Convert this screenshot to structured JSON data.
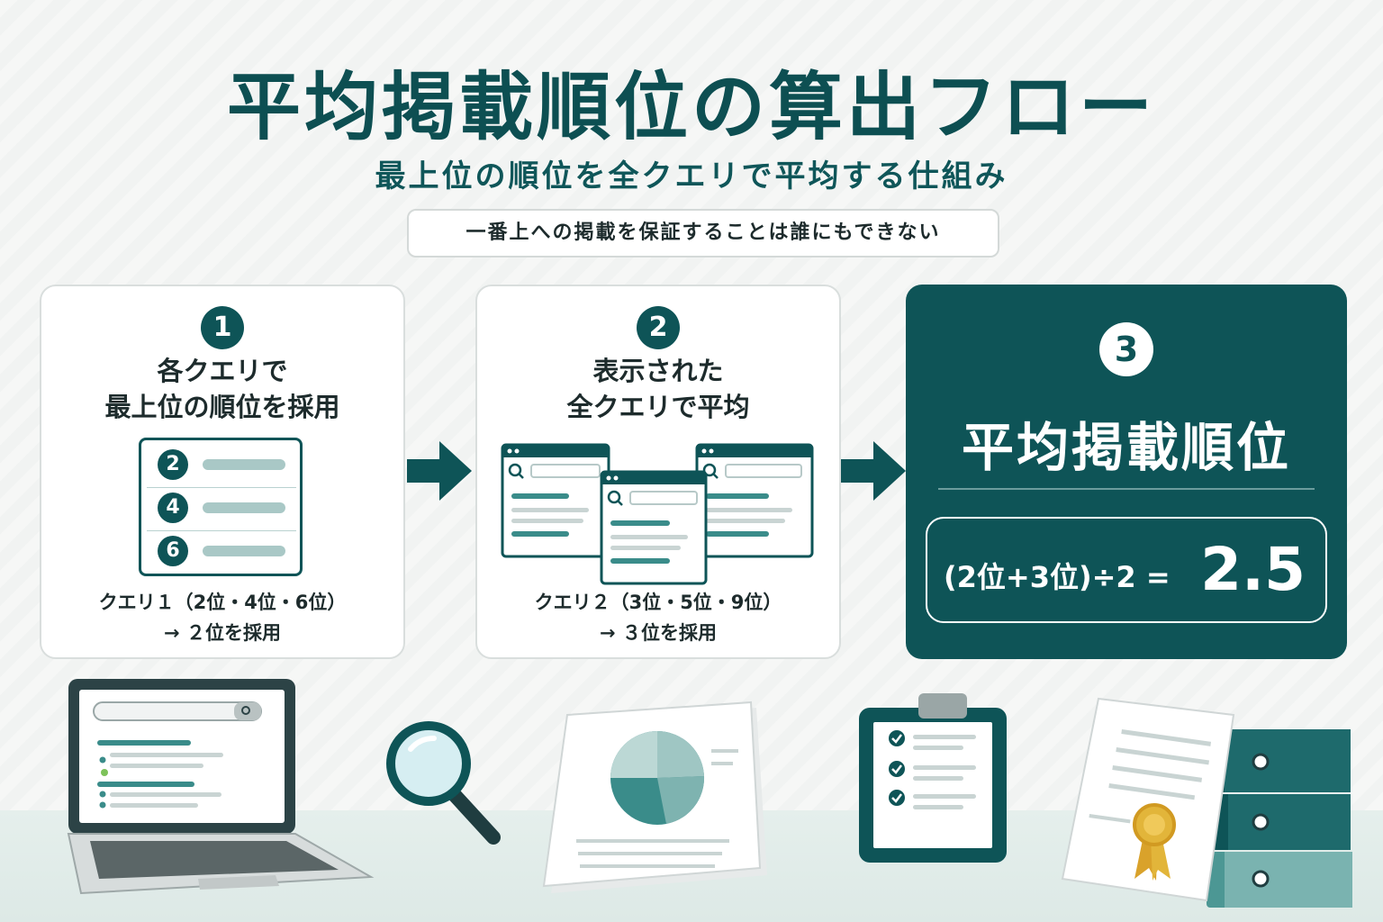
{
  "title": "平均掲載順位の算出フロー",
  "subtitle": "最上位の順位を全クエリで平均する仕組み",
  "note": "一番上への掲載を保証することは誰にもできない",
  "steps": [
    {
      "number": "1",
      "heading_lines": [
        "各クエリで",
        "最上位の順位を採用"
      ],
      "ranks": [
        "2",
        "4",
        "6"
      ],
      "caption_lines": [
        "クエリ１（2位・4位・6位）",
        "→ ２位を採用"
      ]
    },
    {
      "number": "2",
      "heading_lines": [
        "表示された",
        "全クエリで平均"
      ],
      "caption_lines": [
        "クエリ２（3位・5位・9位）",
        "→ ３位を採用"
      ]
    },
    {
      "number": "3",
      "heading": "平均掲載順位",
      "formula": "(2位+3位)÷2 =",
      "result": "2.5"
    }
  ],
  "icons": [
    "arrow-right-icon",
    "browser-window-icon",
    "search-icon",
    "laptop-icon",
    "magnifying-glass-icon",
    "pie-chart-document-icon",
    "clipboard-checklist-icon",
    "certificate-icon",
    "binders-icon"
  ],
  "colors": {
    "primary": "#0e5457",
    "accent_light": "#a9c8c6",
    "background": "#f4f5f4",
    "gold": "#e2b53a"
  }
}
